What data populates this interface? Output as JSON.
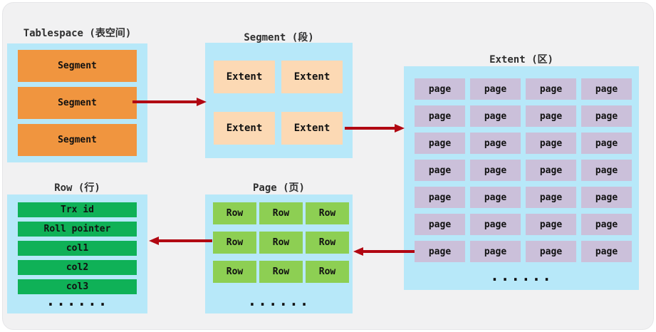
{
  "colors": {
    "panel_bg": "#f1f1f2",
    "container_blue": "#b7e8f9",
    "segment_orange": "#f0953f",
    "extent_peach": "#fcd9b4",
    "page_purple": "#cbc0da",
    "row_green": "#8dcf53",
    "field_green": "#0fb157",
    "arrow_red": "#b10712",
    "title_text": "#2f2f2f",
    "cell_text": "#111111"
  },
  "sections": {
    "tablespace": {
      "title": "Tablespace (表空间)",
      "segments": [
        "Segment",
        "Segment",
        "Segment"
      ]
    },
    "segment": {
      "title": "Segment (段)",
      "extents": [
        "Extent",
        "Extent",
        "Extent",
        "Extent"
      ]
    },
    "extent": {
      "title": "Extent (区)",
      "pages": [
        "page",
        "page",
        "page",
        "page",
        "page",
        "page",
        "page",
        "page",
        "page",
        "page",
        "page",
        "page",
        "page",
        "page",
        "page",
        "page",
        "page",
        "page",
        "page",
        "page",
        "page",
        "page",
        "page",
        "page",
        "page",
        "page",
        "page",
        "page"
      ],
      "ellipsis": "......"
    },
    "page": {
      "title": "Page (页)",
      "rows": [
        "Row",
        "Row",
        "Row",
        "Row",
        "Row",
        "Row",
        "Row",
        "Row",
        "Row"
      ],
      "ellipsis": "......"
    },
    "row": {
      "title": "Row (行)",
      "fields": [
        "Trx id",
        "Roll pointer",
        "col1",
        "col2",
        "col3"
      ],
      "ellipsis": "......"
    }
  }
}
